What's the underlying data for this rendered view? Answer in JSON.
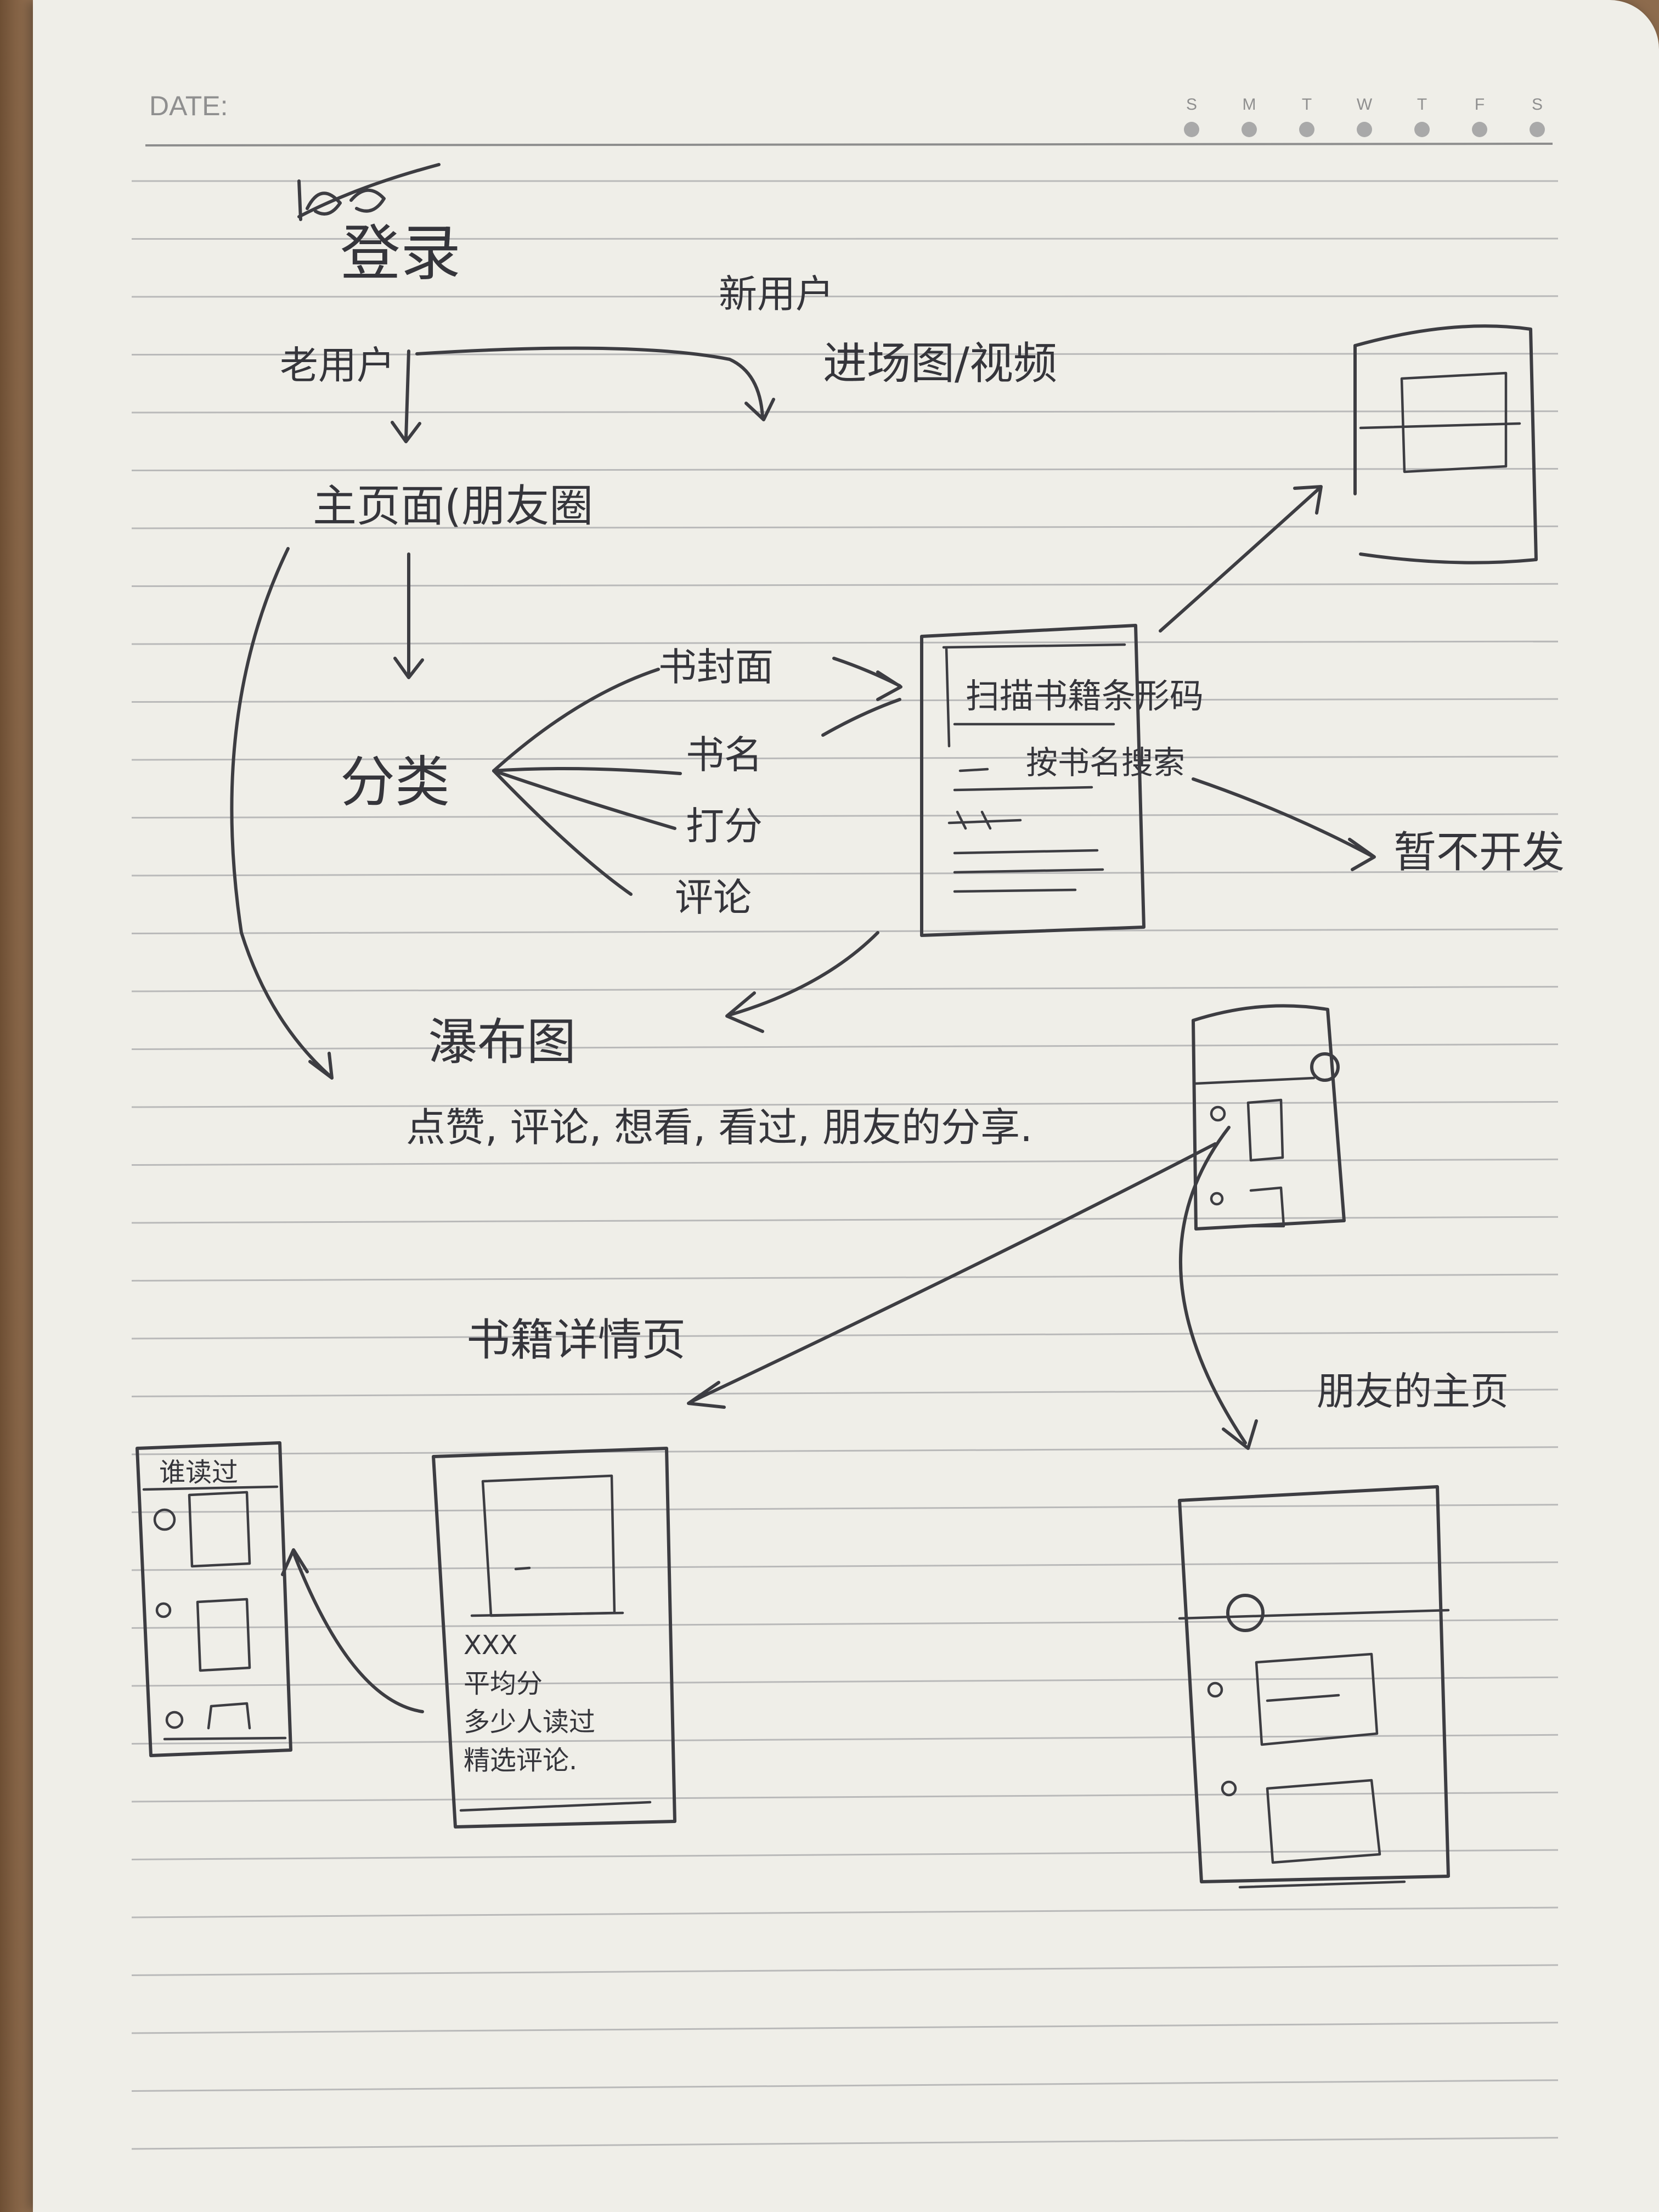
{
  "header": {
    "date_label": "DATE:",
    "weekdays": [
      "S",
      "M",
      "T",
      "W",
      "T",
      "F",
      "S"
    ]
  },
  "flow": {
    "login": "登录",
    "old_user": "老用户",
    "new_user": "新用户",
    "launch": "进场图/视频",
    "home": "主页面(朋友圈",
    "category": "分类",
    "category_items": [
      "书封面",
      "书名",
      "打分",
      "评论"
    ],
    "scan_label": "扫描书籍条形码",
    "search_label": "按书名搜索",
    "not_dev": "暂不开发",
    "waterfall": "瀑布图",
    "waterfall_actions": "点赞, 评论, 想看, 看过, 朋友的分享.",
    "detail_title": "书籍详情页",
    "detail_lines": [
      "XXX",
      "平均分",
      "多少人读过",
      "精选评论."
    ],
    "read_by": "谁读过",
    "friend_home": "朋友的主页"
  },
  "colors": {
    "paper": "#efeee8",
    "ink": "#3d3d42",
    "rule": "#b9b9b9"
  }
}
